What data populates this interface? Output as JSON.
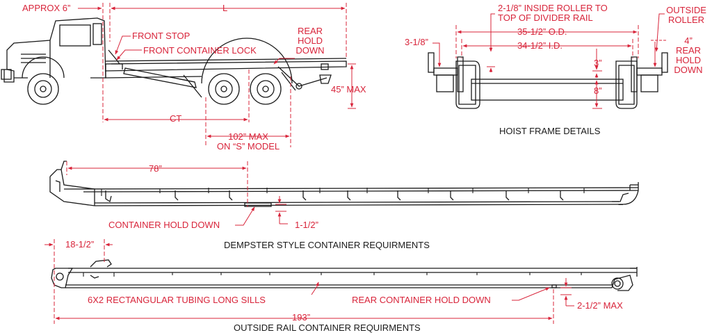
{
  "colors": {
    "annotation": "#d8243a",
    "drawing": "#1a1a1a",
    "background": "#ffffff"
  },
  "truck": {
    "approx": "APPROX 6”",
    "length": "L",
    "front_stop": "FRONT STOP",
    "front_lock": "FRONT CONTAINER LOCK",
    "rear_hold_down": [
      "REAR",
      "HOLD",
      "DOWN"
    ],
    "max_height": "45” MAX",
    "ct": "CT",
    "s_model": [
      "102” MAX",
      "ON “S” MODEL"
    ]
  },
  "hoist": {
    "inside_roller": [
      "2-1/8” INSIDE ROLLER TO",
      "TOP OF DIVIDER RAIL"
    ],
    "outside_roller": [
      "OUTSIDE",
      "ROLLER"
    ],
    "dim_3_1_8": "3-1/8”",
    "od": "35-1/2” O.D.",
    "id": "34-1/2” I.D.",
    "rear_hold_down": [
      "4”",
      "REAR",
      "HOLD",
      "DOWN"
    ],
    "dim_3": "3”",
    "dim_8": "8”",
    "caption": "HOIST FRAME DETAILS"
  },
  "dempster": {
    "dim_78": "78”",
    "hold_down": "CONTAINER HOLD DOWN",
    "dim_1_1_2": "1-1/2”",
    "caption": "DEMPSTER STYLE CONTAINER REQUIRMENTS"
  },
  "outside_rail": {
    "dim_18_1_2": "18-1/2”",
    "tubing": "6X2 RECTANGULAR TUBING LONG SILLS",
    "rear_hold_down": "REAR CONTAINER HOLD DOWN",
    "dim_2_1_2": "2-1/2” MAX",
    "dim_193": "193”",
    "caption": "OUTSIDE RAIL CONTAINER REQUIRMENTS"
  }
}
